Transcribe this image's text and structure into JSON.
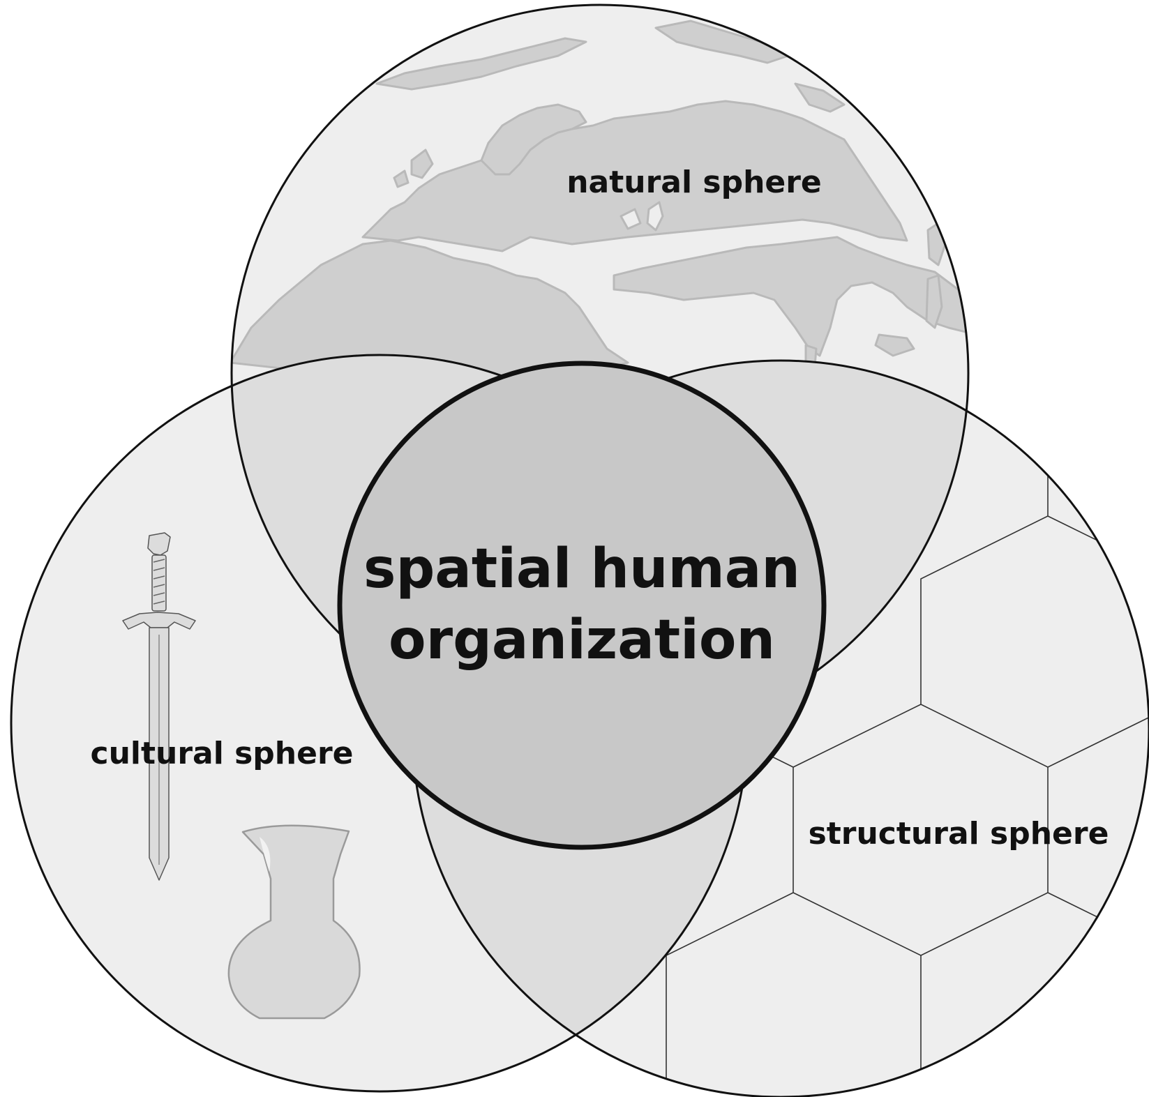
{
  "diagram": {
    "center_label_line1": "spatial human",
    "center_label_line2": "organization",
    "natural_label": "natural sphere",
    "cultural_label": "cultural sphere",
    "structural_label": "structural sphere"
  },
  "colors": {
    "background": "#ffffff",
    "single_fill": "#eeeeee",
    "overlap_fill": "#dddddd",
    "center_fill": "#c8c8c8",
    "stroke": "#111111",
    "landmass": "#cfcfcf",
    "landmass_edge": "#b9b9b9",
    "hex_line": "#333333",
    "sword": "#dcdcdc",
    "vase": "#d9d9d9"
  },
  "icons": {
    "natural": "world-map-icon",
    "cultural": "sword-and-vase-icons",
    "structural": "hexagon-grid-icon"
  }
}
